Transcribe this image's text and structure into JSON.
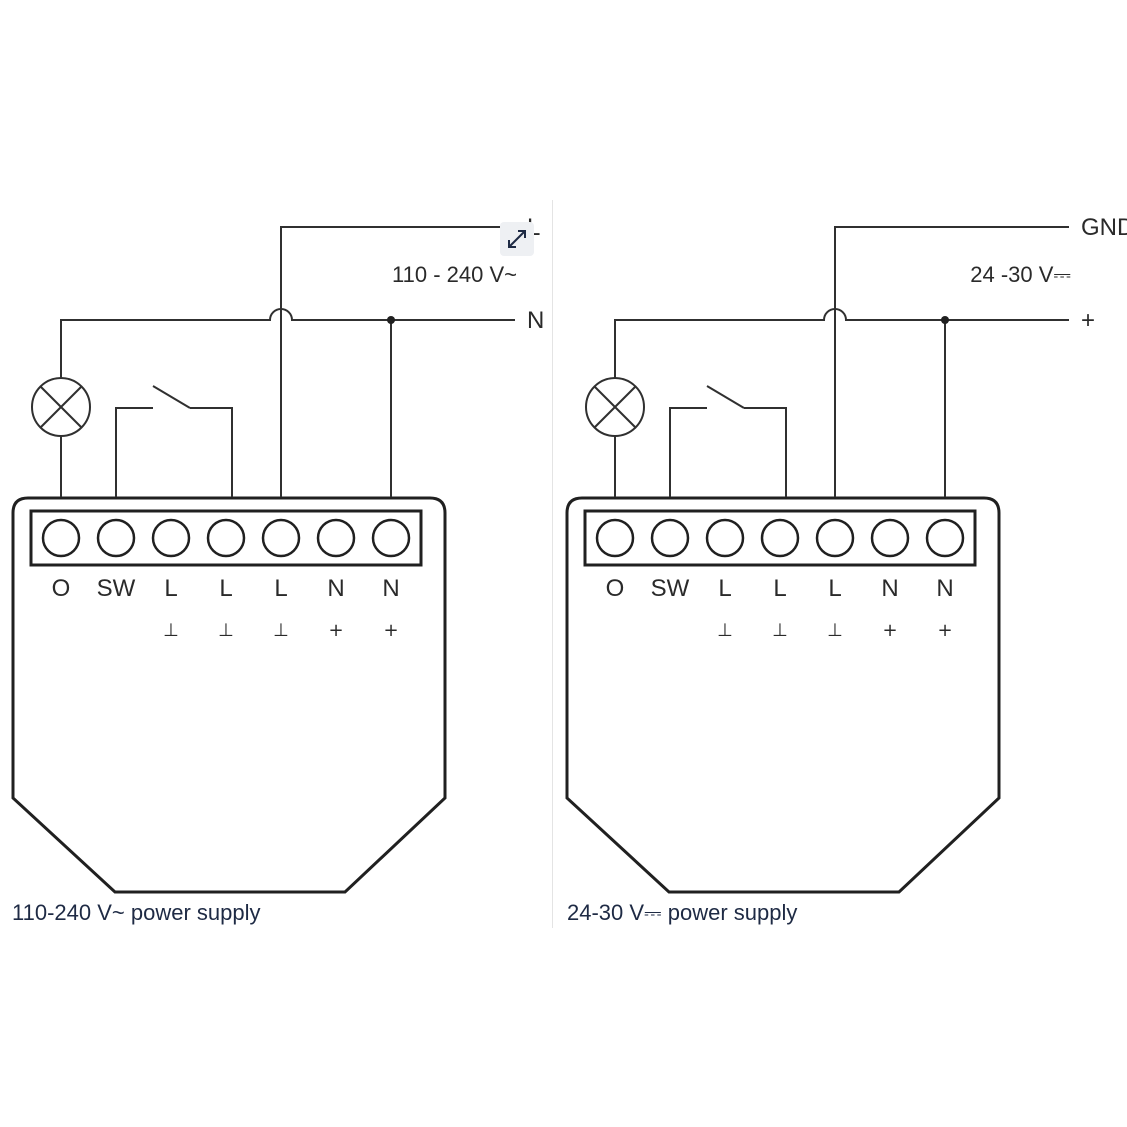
{
  "panels": [
    {
      "top_wire_label": "L",
      "mid_wire_label": "N",
      "voltage": "110 - 240 V~",
      "terminals": [
        "O",
        "SW",
        "L",
        "L",
        "L",
        "N",
        "N"
      ],
      "sub_marks": [
        "",
        "",
        "⊥",
        "⊥",
        "⊥",
        "+",
        "+"
      ],
      "caption": "110-240 V~ power supply"
    },
    {
      "top_wire_label": "GND",
      "mid_wire_label": "+",
      "voltage": "24 -30 V⎓",
      "terminals": [
        "O",
        "SW",
        "L",
        "L",
        "L",
        "N",
        "N"
      ],
      "sub_marks": [
        "",
        "",
        "⊥",
        "⊥",
        "⊥",
        "+",
        "+"
      ],
      "caption": "24-30 V⎓ power supply"
    }
  ],
  "icons": {
    "expand": "expand-icon"
  }
}
